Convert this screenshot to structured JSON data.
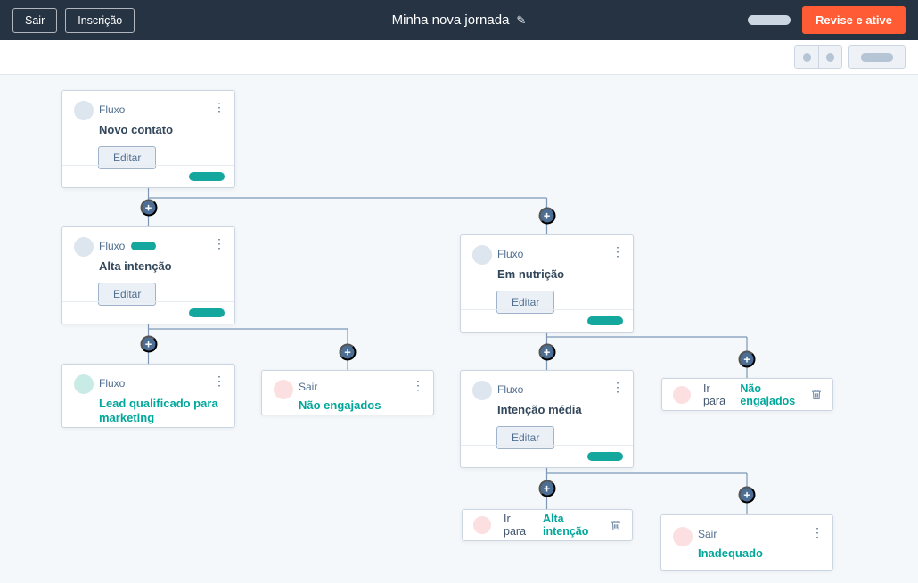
{
  "header": {
    "exit_button": "Sair",
    "enrollment_button": "Inscrição",
    "title": "Minha nova jornada",
    "activate_button": "Revise e ative"
  },
  "icons": {
    "pencil": "✎",
    "kebab": "⋮",
    "plus": "+"
  },
  "nodes": {
    "novo_contato": {
      "type": "Fluxo",
      "title": "Novo contato",
      "edit": "Editar"
    },
    "alta_intencao": {
      "type": "Fluxo",
      "title": "Alta intenção",
      "edit": "Editar"
    },
    "em_nutricao": {
      "type": "Fluxo",
      "title": "Em nutrição",
      "edit": "Editar"
    },
    "lead_qualificado": {
      "type": "Fluxo",
      "title": "Lead qualificado para marketing"
    },
    "nao_engajados": {
      "type": "Sair",
      "title": "Não engajados"
    },
    "intencao_media": {
      "type": "Fluxo",
      "title": "Intenção média",
      "edit": "Editar"
    },
    "ir_para_nao_engajados": {
      "type": "Ir para",
      "title": "Não engajados"
    },
    "ir_para_alta_intencao": {
      "type": "Ir para",
      "title": "Alta intenção"
    },
    "inadequado": {
      "type": "Sair",
      "title": "Inadequado"
    }
  },
  "colors": {
    "header-bg": "#253342",
    "accent-orange": "#ff5c35",
    "teal": "#14a79d",
    "teal-text": "#00a79a",
    "title-text": "#33475b",
    "label-text": "#516f90",
    "node-border": "#cbd6e2",
    "connector": "#7e98b6",
    "plus-bg": "#4c6d94",
    "canvas-bg": "#f5f8fa",
    "avatar-gray": "#dde5ee",
    "avatar-teal": "#c9ebe6",
    "avatar-pink": "#fbdfe1"
  }
}
